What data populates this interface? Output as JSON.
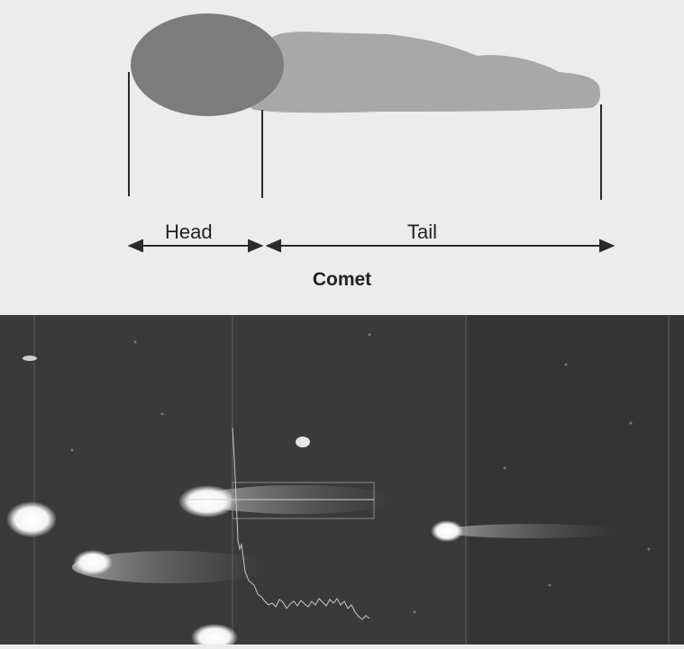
{
  "labels": {
    "head": "Head",
    "tail": "Tail",
    "title": "Comet"
  },
  "colors": {
    "head_fill": "#7c7c7c",
    "tail_fill": "#a8a8a8",
    "line": "#2a2a2a",
    "micrograph_bg": "#3a3a3a",
    "glow": "#ffffff"
  },
  "icons": [
    "double-headed-arrow-icon"
  ]
}
